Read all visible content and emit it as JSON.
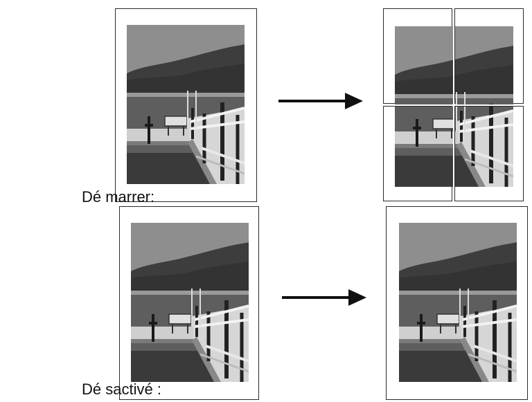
{
  "labels": {
    "enabled": "Dé marrer:",
    "disabled": "Dé sactivé :"
  },
  "icons": {
    "arrow": "arrow-right-icon",
    "photo": "pier-photo"
  },
  "colors": {
    "ink": "#111111",
    "frame": "#2a2a2a",
    "sky": "#8e8e8e",
    "hill": "#3d3d3d",
    "water": "#5e5e5e",
    "pier": "#cfcfcf"
  }
}
